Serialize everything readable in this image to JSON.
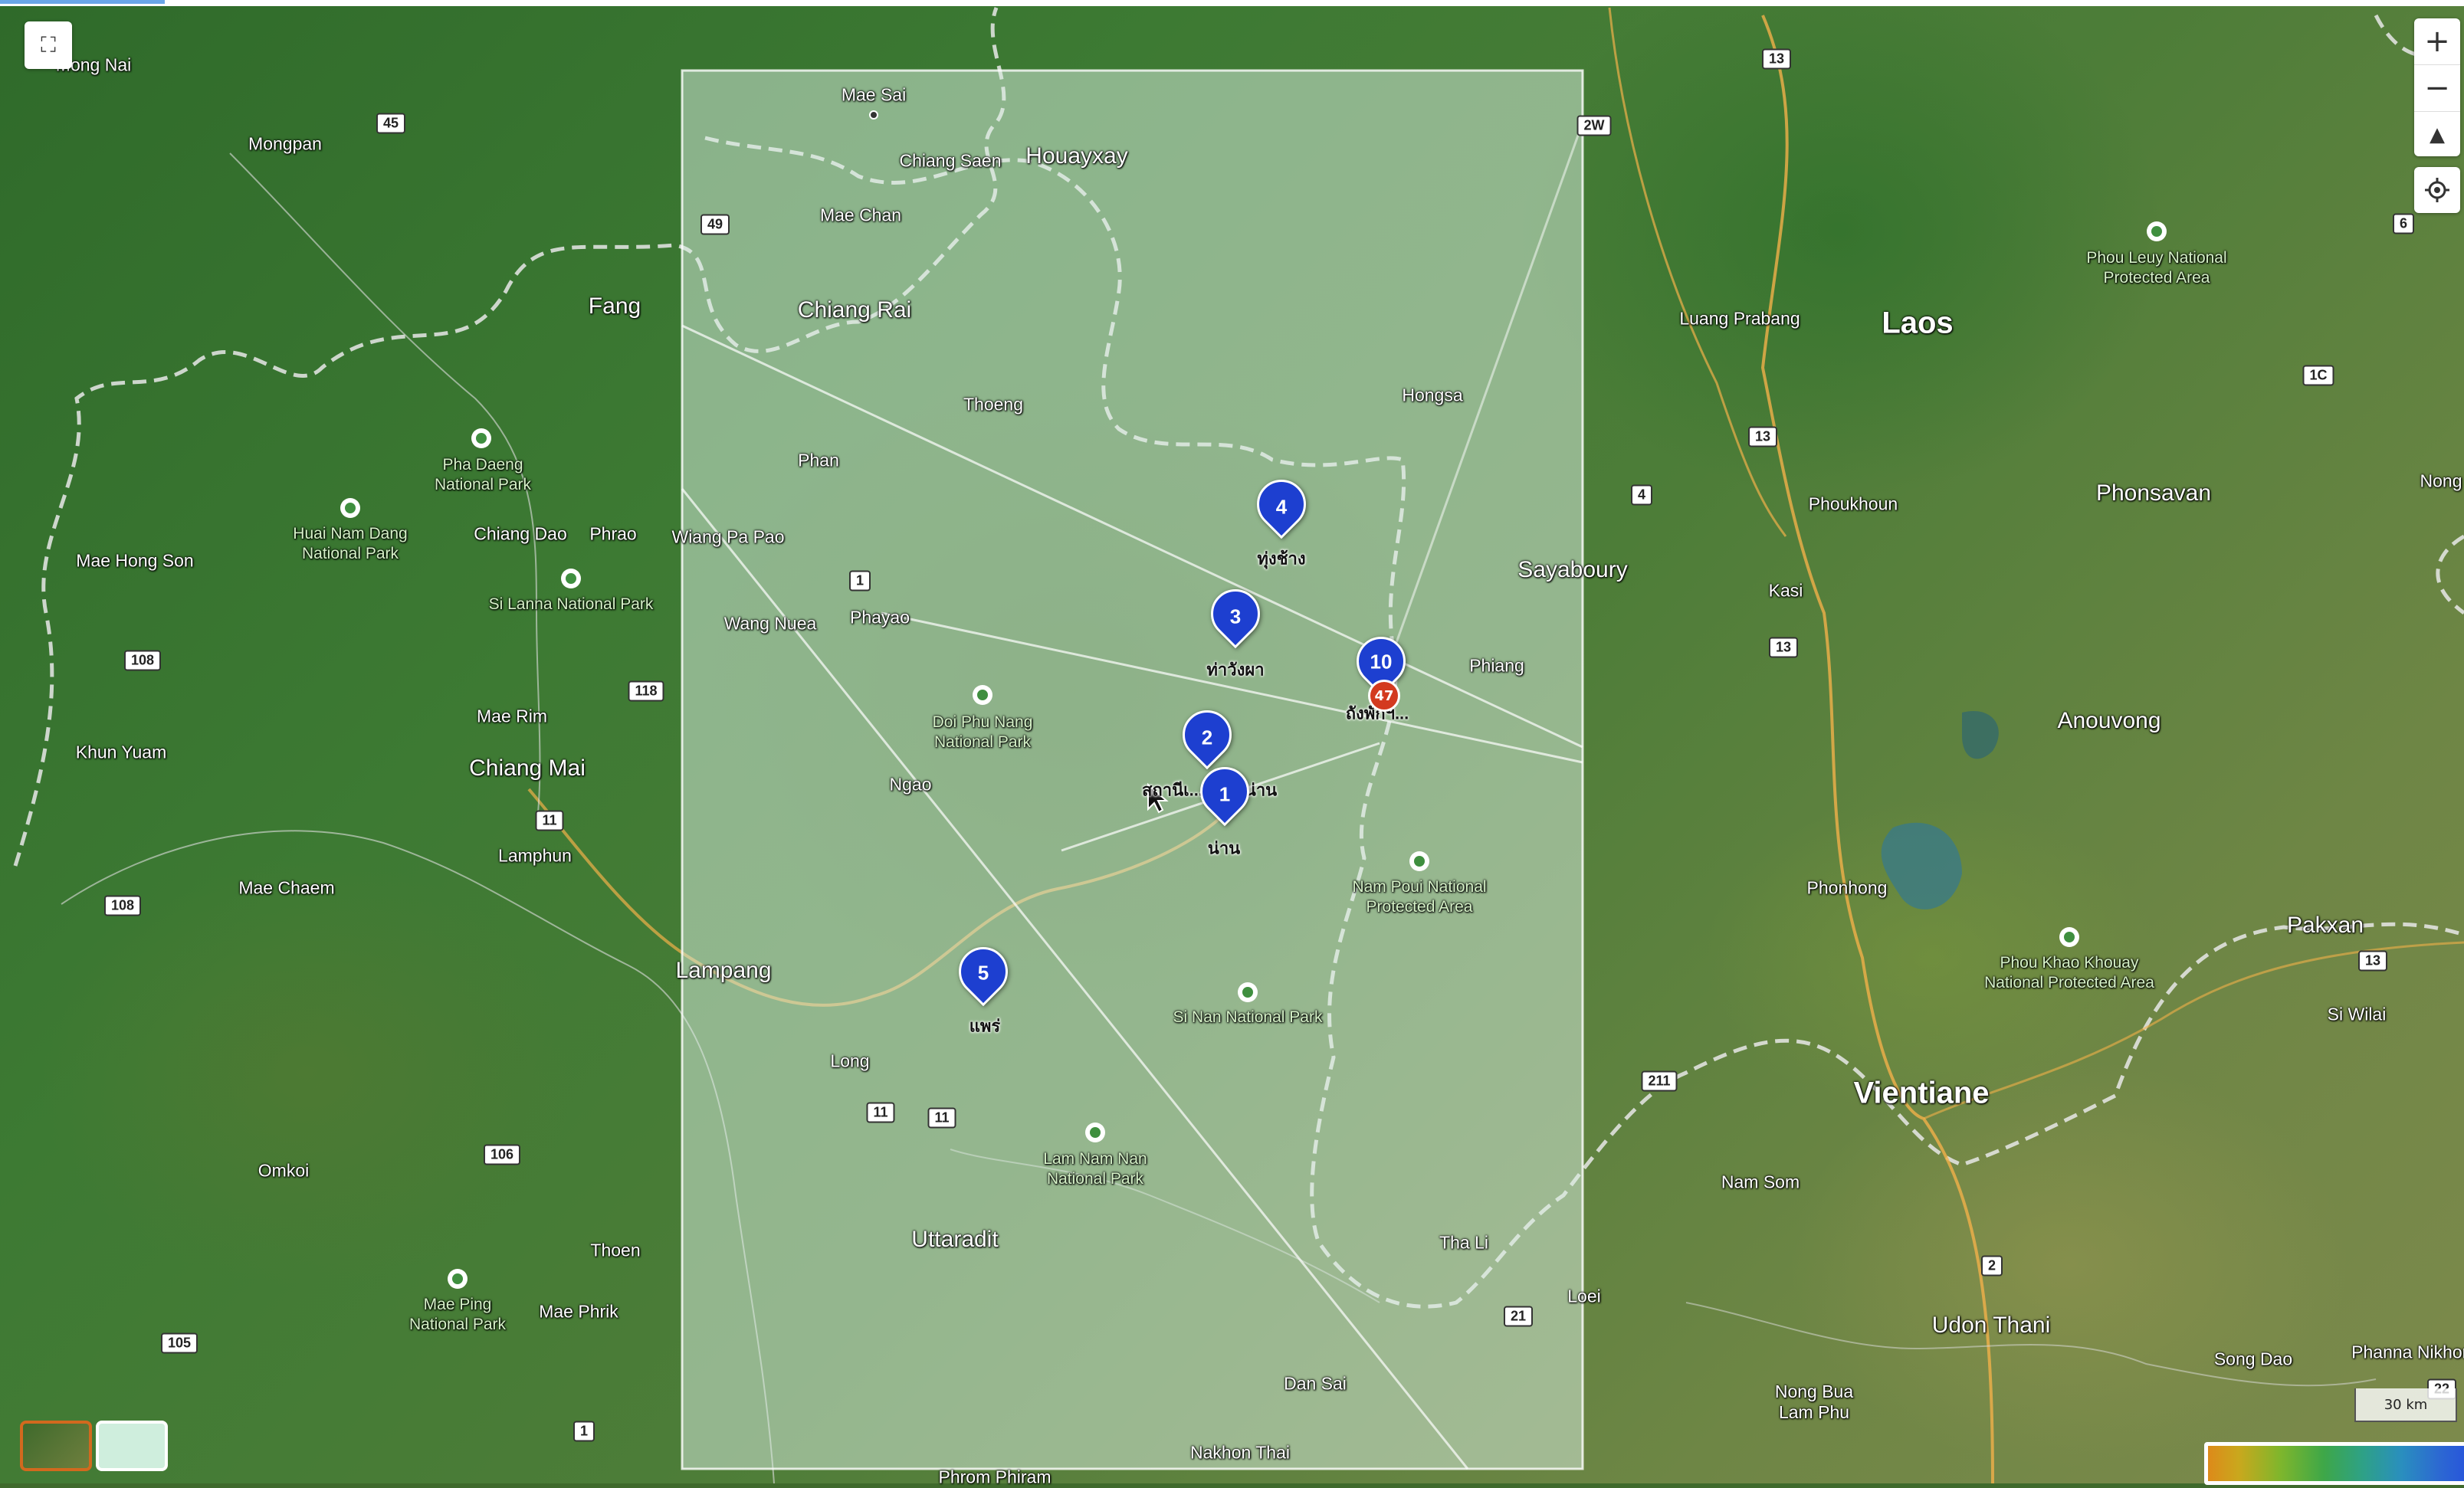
{
  "controls": {
    "fullscreen_icon": "fullscreen-icon",
    "zoom_in": "+",
    "zoom_out": "−",
    "compass": "▲",
    "locate_icon": "crosshair-icon",
    "scale_label": "30 km"
  },
  "markers": [
    {
      "id": "1",
      "label": "น่าน"
    },
    {
      "id": "2",
      "label": "สถานีเ..."
    },
    {
      "id": "3",
      "label": "ท่าวังผา"
    },
    {
      "id": "4",
      "label": "ทุ่งช้าง"
    },
    {
      "id": "5",
      "label": "แพร่"
    },
    {
      "id": "10",
      "label": "ถังพักฯ..."
    }
  ],
  "cluster_badge": "47",
  "marker_2_label_right": "น่าน",
  "colors": {
    "marker": "#1d3fd0",
    "badge": "#d33a1f",
    "selection_box": "#d8efe4"
  },
  "places": {
    "mong_nai": "Mong Nai",
    "mae_sai": "Mae Sai",
    "mongpan": "Mongpan",
    "chiang_saen": "Chiang Saen",
    "houayxay": "Houayxay",
    "mae_chan": "Mae Chan",
    "fang": "Fang",
    "chiang_rai": "Chiang Rai",
    "luang_prabang": "Luang Prabang",
    "laos": "Laos",
    "thoeng": "Thoeng",
    "hongsa": "Hongsa",
    "phan": "Phan",
    "pha_daeng": "Pha Daeng\nNational Park",
    "huai_nam_dang": "Huai Nam Dang\nNational Park",
    "chiang_dao": "Chiang Dao",
    "phrao": "Phrao",
    "wiang_pa_pao": "Wiang Pa Pao",
    "mae_hong_son": "Mae Hong Son",
    "si_lanna": "Si Lanna National Park",
    "phayao": "Phayao",
    "wang_nuea": "Wang Nuea",
    "sayaboury": "Sayaboury",
    "phiang": "Phiang",
    "phoukhoun": "Phoukhoun",
    "phonsavan": "Phonsavan",
    "kasi": "Kasi",
    "mae_rim": "Mae Rim",
    "khun_yuam": "Khun Yuam",
    "chiang_mai": "Chiang Mai",
    "doi_phu_nang": "Doi Phu Nang\nNational Park",
    "ngao": "Ngao",
    "lamphun": "Lamphun",
    "anouvong": "Anouvong",
    "mae_chaem": "Mae Chaem",
    "nam_poui": "Nam Poui National\nProtected Area",
    "phonhong": "Phonhong",
    "lampang": "Lampang",
    "pakxan": "Pakxan",
    "phou_khao_khouay": "Phou Khao Khouay\nNational Protected Area",
    "si_nan": "Si Nan National Park",
    "si_wilai": "Si Wilai",
    "long": "Long",
    "vientiane": "Vientiane",
    "lam_nam_nan": "Lam Nam Nan\nNational Park",
    "omkoi": "Omkoi",
    "nam_som": "Nam Som",
    "thoen": "Thoen",
    "uttaradit": "Uttaradit",
    "tha_li": "Tha Li",
    "mae_ping": "Mae Ping\nNational Park",
    "mae_phrik": "Mae Phrik",
    "loei": "Loei",
    "udon_thani": "Udon Thani",
    "song_dao": "Song Dao",
    "phanna_nikhom": "Phanna Nikhom",
    "dan_sai": "Dan Sai",
    "nong_bua_lam_phu": "Nong Bua\nLam Phu",
    "nakhon_thai": "Nakhon Thai",
    "phrom_phiram": "Phrom Phiram",
    "phou_leuy": "Phou Leuy National\nProtected Area",
    "nong": "Nong"
  },
  "roads": {
    "r45": "45",
    "r49": "49",
    "r13a": "13",
    "r2w": "2W",
    "r1": "1",
    "r4": "4",
    "r108a": "108",
    "r118": "118",
    "r11a": "11",
    "r108b": "108",
    "r13b": "13",
    "r13c": "13",
    "r6": "6",
    "r1c": "1C",
    "r106": "106",
    "r11b": "11",
    "r11c": "11",
    "r211": "211",
    "r13d": "13",
    "r2": "2",
    "r21": "21",
    "r105": "105",
    "r1b": "1",
    "r22": "22"
  }
}
